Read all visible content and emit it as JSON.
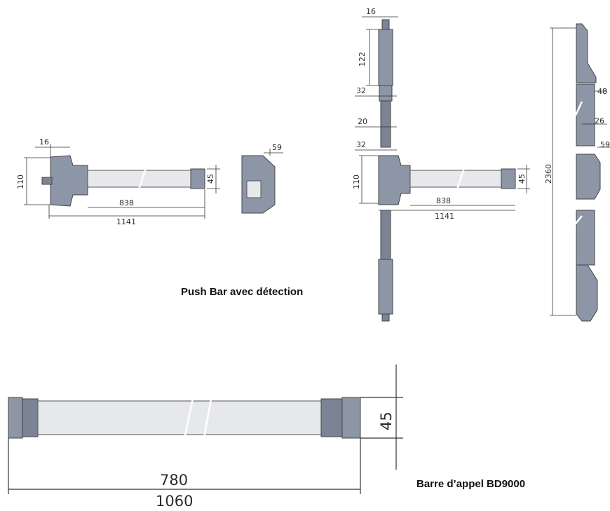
{
  "drawings": {
    "push_bar_side": {
      "width": "16",
      "height": "110",
      "body": "838",
      "total": "1141",
      "bar_height": "45"
    },
    "push_bar_end": {
      "depth": "59"
    },
    "vertical_assembly": {
      "top_width": "16",
      "top_block": "122",
      "gap1": "32",
      "rod": "20",
      "gap2": "32",
      "height": "110",
      "body": "838",
      "total": "1141",
      "bar_height": "45"
    },
    "vertical_side": {
      "depth1": "48",
      "depth2": "26",
      "depth3": "59",
      "total_height": "2360"
    },
    "barre_appel": {
      "inner": "780",
      "total": "1060",
      "height": "45"
    }
  },
  "captions": {
    "push_bar": "Push Bar avec détection",
    "barre_appel": "Barre d’appel BD9000"
  }
}
